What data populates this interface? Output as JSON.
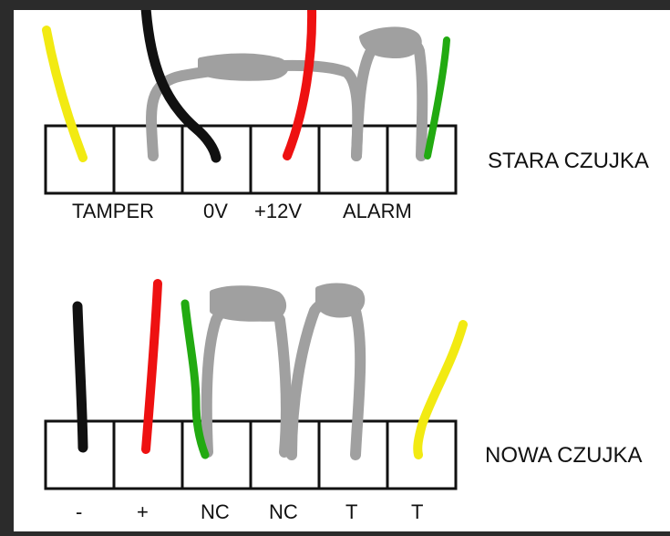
{
  "colors": {
    "frame": "#2b2b2b",
    "background": "#ffffff",
    "black": "#111111",
    "red": "#ee1111",
    "yellow": "#f2ea12",
    "green": "#22aa11",
    "gray": "#a0a0a0"
  },
  "old_detector": {
    "title": "STARA CZUJKA",
    "terminal_count": 6,
    "labels": [
      "TAMPER",
      "0V",
      "+12V",
      "ALARM"
    ]
  },
  "new_detector": {
    "title": "NOWA CZUJKA",
    "terminal_count": 6,
    "labels": [
      "-",
      "+",
      "NC",
      "NC",
      "T",
      "T"
    ]
  }
}
